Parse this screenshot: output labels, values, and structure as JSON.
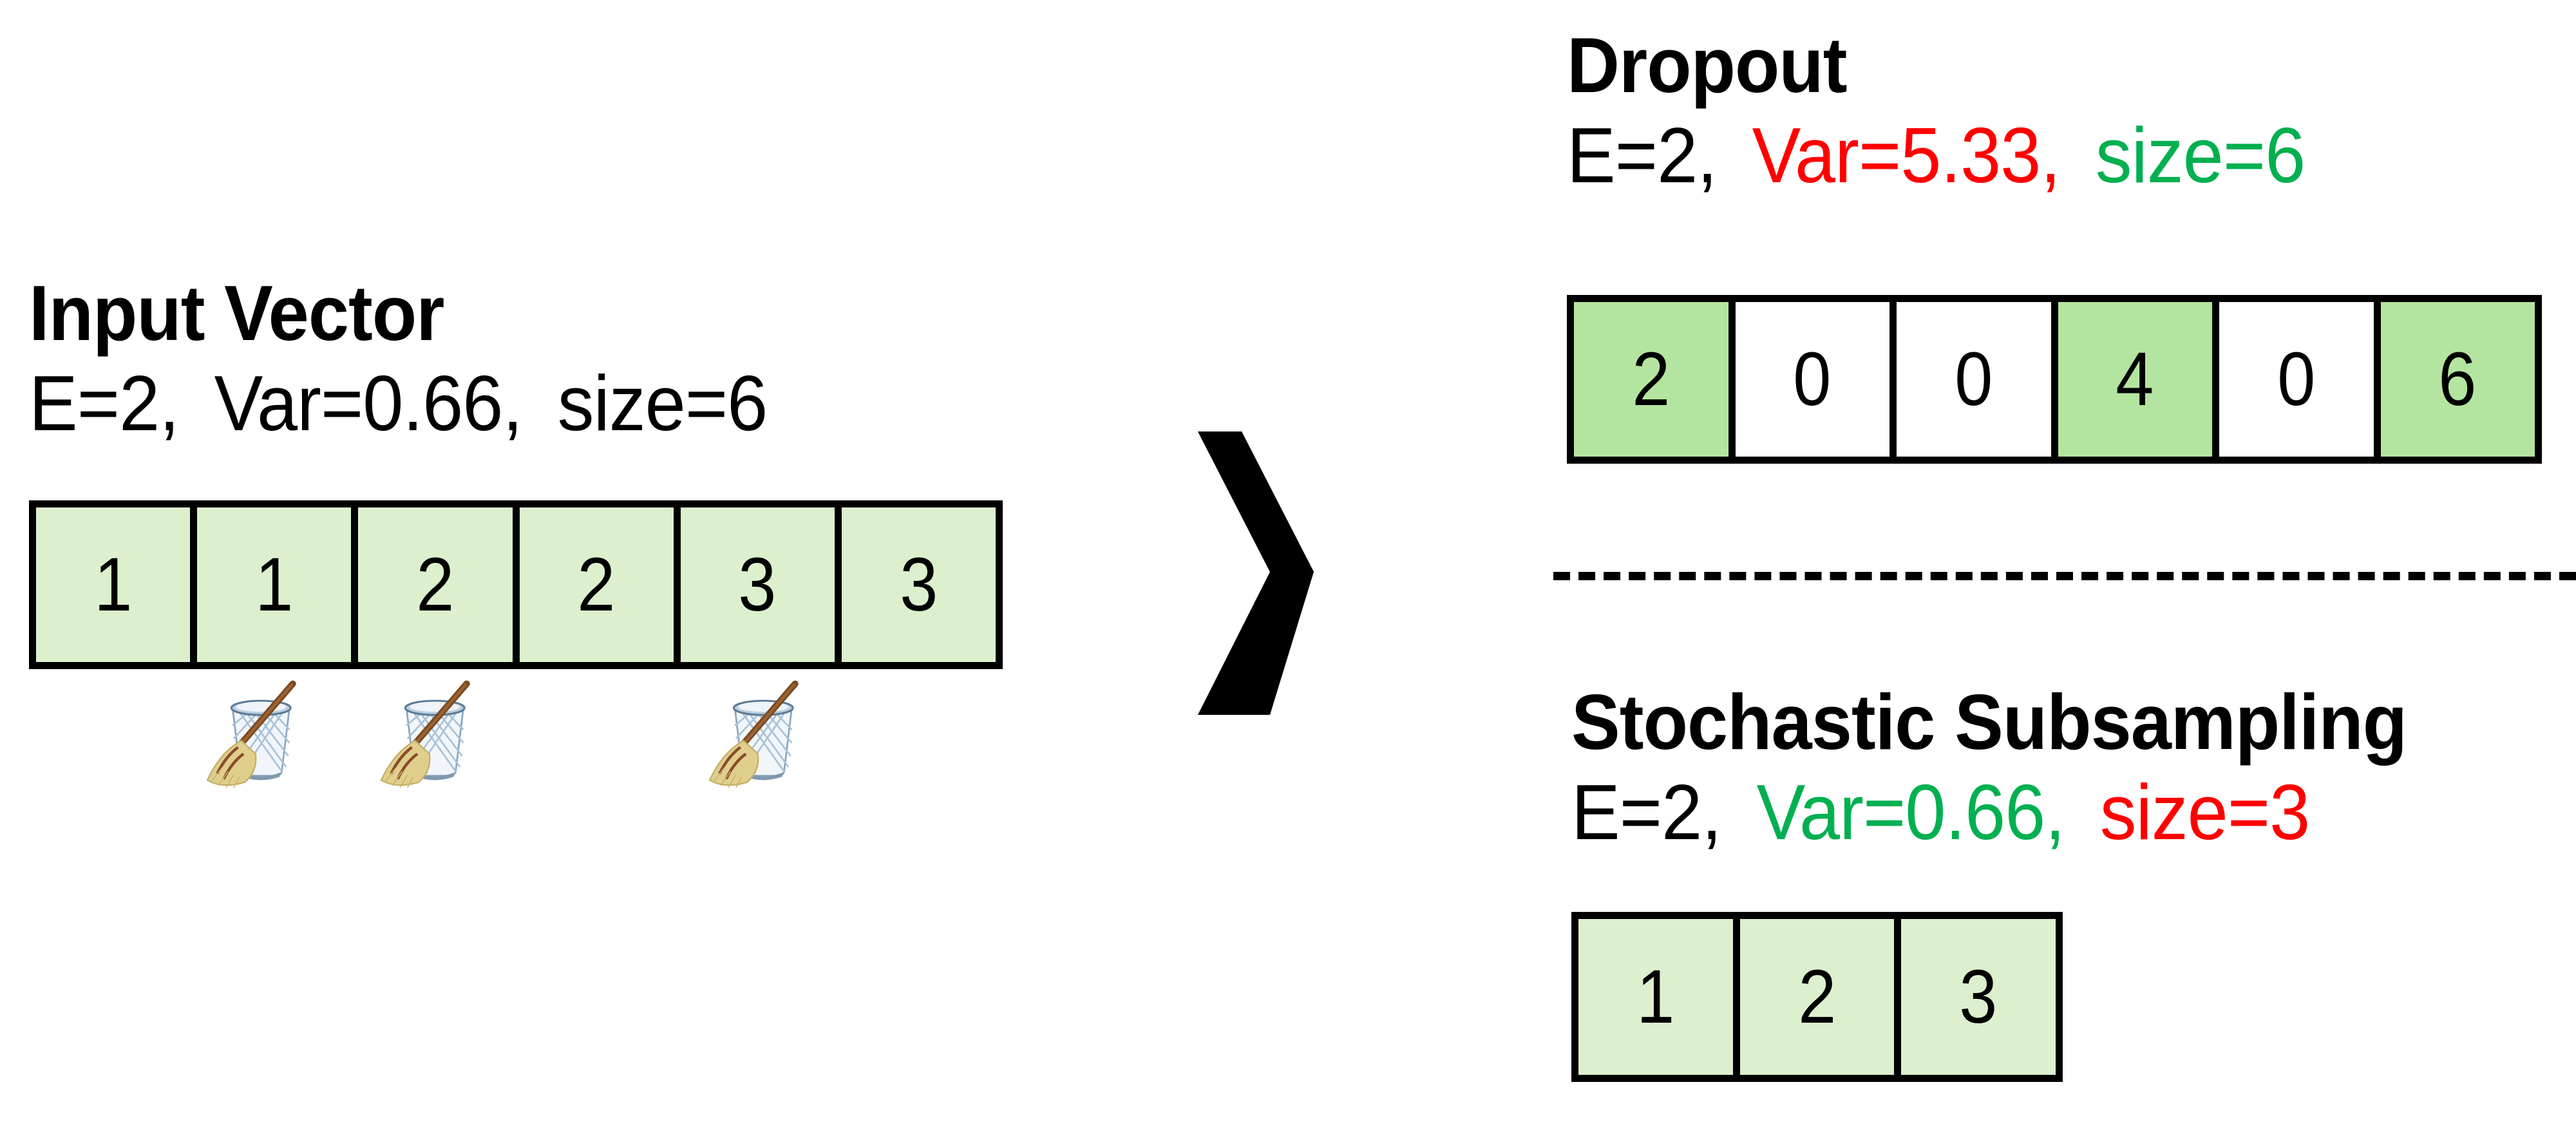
{
  "colors": {
    "light_green": "#DCF0CE",
    "dropout_green": "#B4E5A0",
    "white_cell": "#FFFFFF",
    "border_black": "#000000",
    "accent_red": "#FF0000",
    "accent_green": "#00B050"
  },
  "input": {
    "title": "Input Vector",
    "stats": {
      "expectation": "E=2,",
      "variance": "Var=0.66,",
      "size": "size=6"
    },
    "cells": [
      "1",
      "1",
      "2",
      "2",
      "3",
      "3"
    ],
    "discard_icons": [
      {
        "name": "broom-wastebasket-icon",
        "cell_index": 1
      },
      {
        "name": "broom-wastebasket-icon",
        "cell_index": 2
      },
      {
        "name": "broom-wastebasket-icon",
        "cell_index": 4
      }
    ]
  },
  "arrow": {
    "name": "chevron-right-arrow"
  },
  "dropout": {
    "title": "Dropout",
    "stats": {
      "expectation": "E=2,",
      "variance": "Var=5.33,",
      "size": "size=6"
    },
    "cells": [
      {
        "value": "2",
        "kept": true
      },
      {
        "value": "0",
        "kept": false
      },
      {
        "value": "0",
        "kept": false
      },
      {
        "value": "4",
        "kept": true
      },
      {
        "value": "0",
        "kept": false
      },
      {
        "value": "6",
        "kept": true
      }
    ]
  },
  "subsampling": {
    "title": "Stochastic Subsampling",
    "stats": {
      "expectation": "E=2,",
      "variance": "Var=0.66,",
      "size": "size=3"
    },
    "cells": [
      "1",
      "2",
      "3"
    ]
  }
}
